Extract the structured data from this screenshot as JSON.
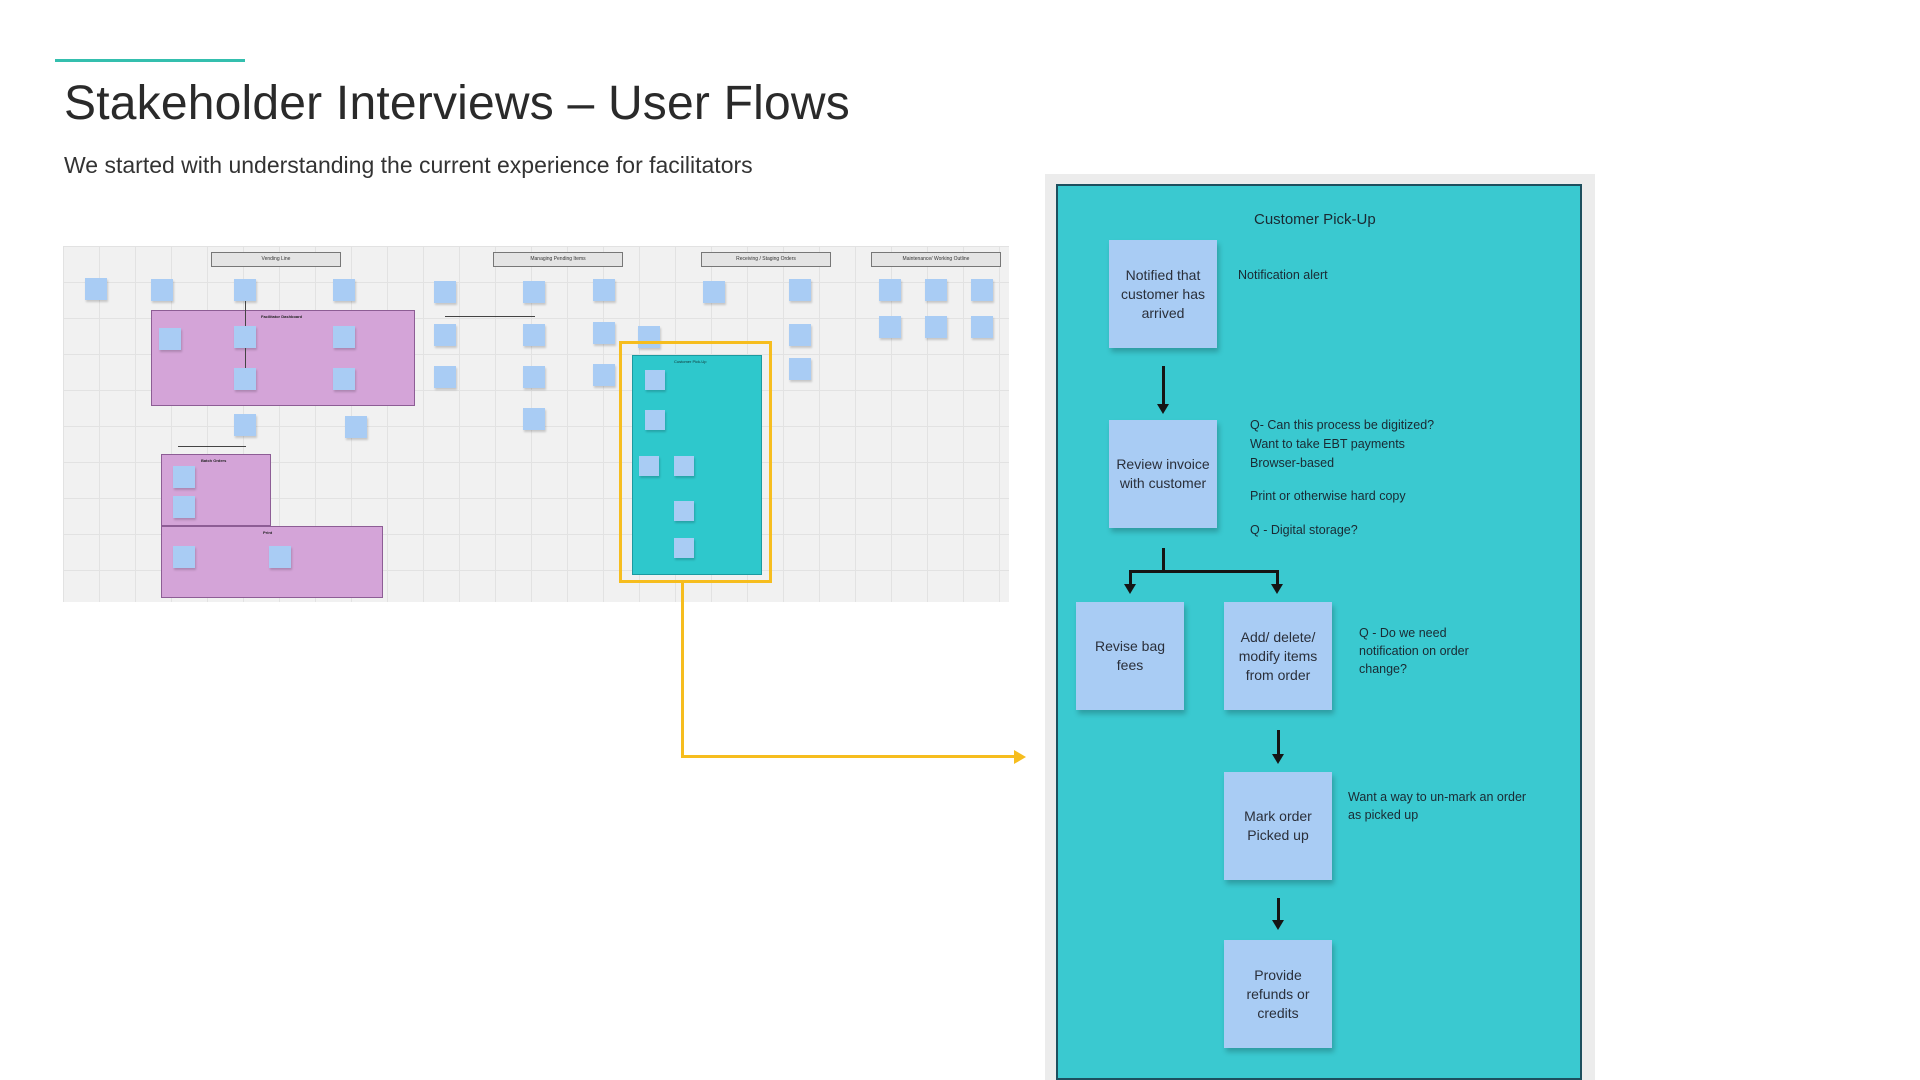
{
  "slide": {
    "title": "Stakeholder Interviews – User Flows",
    "subtitle": "We started with understanding the current experience for facilitators",
    "accent_color": "#34bfae",
    "highlight_color": "#f6bd1e"
  },
  "zoomed_flow": {
    "title": "Customer Pick-Up",
    "frame_color": "#3ac9d0",
    "sticky_color": "#a9ccf4",
    "steps": {
      "notified": "Notified that customer has arrived",
      "review": "Review invoice with customer",
      "revise": "Revise bag fees",
      "modify": "Add/ delete/ modify items from order",
      "mark": "Mark order Picked up",
      "refund": "Provide refunds or credits"
    },
    "notes": {
      "notification": "Notification alert",
      "digitize": "Q- Can this process be digitized?",
      "ebt": "Want to take EBT payments",
      "browser": "Browser-based",
      "print": "Print or otherwise hard copy",
      "storage": "Q - Digital storage?",
      "notify_change_1": "Q - Do we need",
      "notify_change_2": "notification on order",
      "notify_change_3": "change?",
      "unmark_1": "Want a way to un-mark an order",
      "unmark_2": "as picked up"
    }
  },
  "overview": {
    "headers": [
      "Vending Line",
      "Managing Pending Items",
      "Receiving / Staging Orders",
      "Maintenance/ Working Outline"
    ],
    "mini": {
      "dashboard": "Facilitator Dashboard",
      "batch": "Batch Orders",
      "print": "Print",
      "pickup": "Customer Pick-Up"
    }
  }
}
